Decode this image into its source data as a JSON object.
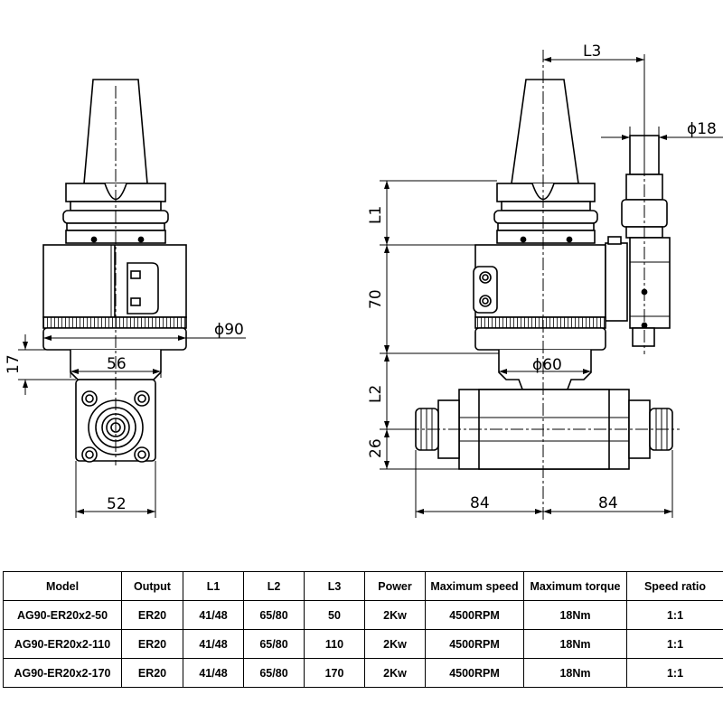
{
  "drawing": {
    "dimensions": {
      "d90": "ϕ90",
      "d17": "17",
      "d56": "56",
      "d52": "52",
      "l3": "L3",
      "d18": "ϕ18",
      "l1": "L1",
      "d70": "70",
      "d60": "ϕ60",
      "l2": "L2",
      "d26": "26",
      "d84_left": "84",
      "d84_right": "84"
    }
  },
  "table": {
    "headers": [
      "Model",
      "Output",
      "L1",
      "L2",
      "L3",
      "Power",
      "Maximum speed",
      "Maximum torque",
      "Speed ratio"
    ],
    "rows": [
      [
        "AG90-ER20x2-50",
        "ER20",
        "41/48",
        "65/80",
        "50",
        "2Kw",
        "4500RPM",
        "18Nm",
        "1:1"
      ],
      [
        "AG90-ER20x2-110",
        "ER20",
        "41/48",
        "65/80",
        "110",
        "2Kw",
        "4500RPM",
        "18Nm",
        "1:1"
      ],
      [
        "AG90-ER20x2-170",
        "ER20",
        "41/48",
        "65/80",
        "170",
        "2Kw",
        "4500RPM",
        "18Nm",
        "1:1"
      ]
    ]
  }
}
